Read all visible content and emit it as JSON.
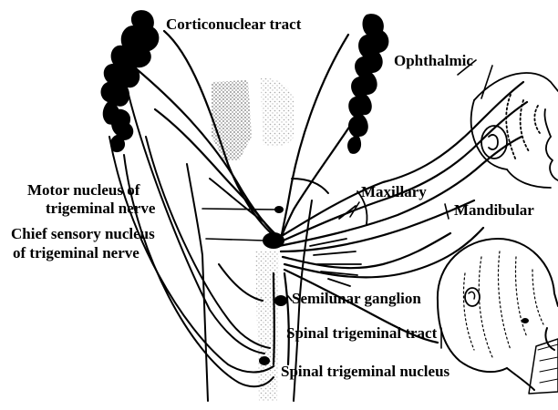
{
  "diagram": {
    "colors": {
      "ink": "#000000",
      "paper": "#ffffff",
      "stipple": "#8c8c8c"
    },
    "labels": {
      "corticonuclear_tract": "Corticonuclear tract",
      "ophthalmic": "Ophthalmic",
      "maxillary": "Maxillary",
      "mandibular": "Mandibular",
      "motor_nucleus_line1": "Motor nucleus of",
      "motor_nucleus_line2": "trigeminal nerve",
      "chief_sensory_line1": "Chief sensory nucleus",
      "chief_sensory_line2": "of trigeminal nerve",
      "semilunar_ganglion": "Semilunar ganglion",
      "spinal_trigeminal_tract": "Spinal trigeminal tract",
      "spinal_trigeminal_nucleus": "Spinal trigeminal nucleus"
    },
    "icons": [
      "cortex-gyri-left",
      "cortex-gyri-right",
      "head-profile-upper",
      "head-profile-lower"
    ]
  }
}
